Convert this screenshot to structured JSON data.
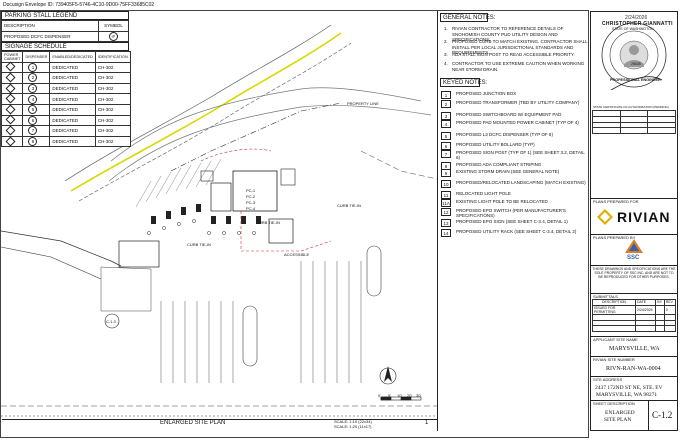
{
  "envelope_id": "Docusign Envelope ID: 739405F5-5746-4C10-9D00-75FF33685C02",
  "legend": {
    "title": "PARKING STALL LEGEND",
    "headers": [
      "DESCRIPTION",
      "SYMBOL"
    ],
    "rows": [
      {
        "description": "PROPOSED DCFC DISPENSER",
        "symbol": "#"
      }
    ]
  },
  "signage": {
    "title": "SIGNAGE SCHEDULE",
    "headers": [
      "POWER CABINET",
      "DISPENSER",
      "ENABLED/DEDICATED",
      "IDENTIFICATION"
    ],
    "rows": [
      {
        "cabinet": "",
        "dispenser": "1",
        "status": "DEDICATED",
        "id": "CH-302"
      },
      {
        "cabinet": "",
        "dispenser": "2",
        "status": "DEDICATED",
        "id": "CH-302"
      },
      {
        "cabinet": "",
        "dispenser": "3",
        "status": "DEDICATED",
        "id": "CH-302"
      },
      {
        "cabinet": "",
        "dispenser": "4",
        "status": "DEDICATED",
        "id": "CH-302"
      },
      {
        "cabinet": "",
        "dispenser": "5",
        "status": "DEDICATED",
        "id": "CH-302"
      },
      {
        "cabinet": "",
        "dispenser": "6",
        "status": "DEDICATED",
        "id": "CH-302"
      },
      {
        "cabinet": "",
        "dispenser": "7",
        "status": "DEDICATED",
        "id": "CH-302"
      },
      {
        "cabinet": "",
        "dispenser": "8",
        "status": "DEDICATED",
        "id": "CH-302"
      }
    ]
  },
  "general_notes": {
    "title": "GENERAL NOTES:",
    "items": [
      {
        "n": "1.",
        "text": "RIVIAN CONTRACTOR TO REFERENCE DETAILS OF SNOHOMISH COUNTY PUD UTILITY DESIGN AND SPECIFICATIONS."
      },
      {
        "n": "2.",
        "text": "PROPOSED CURB TO MATCH EXISTING. CONTRACTOR SHALL INSTALL PER LOCAL JURISDICTIONAL STANDARDS AND REQUIREMENTS."
      },
      {
        "n": "3.",
        "text": "ADA STALL SIGN POST TO READ ACCESSIBLE PRIORITY."
      },
      {
        "n": "4.",
        "text": "CONTRACTOR TO USE EXTREME CAUTION WHEN WORKING NEAR STORM DRAIN."
      }
    ]
  },
  "keyed_notes": {
    "title": "KEYED NOTES:",
    "items": [
      {
        "k": "1",
        "text": "PROPOSED JUNCTION BOX"
      },
      {
        "k": "2",
        "text": "PROPOSED TRANSFORMER (TBD BY UTILITY COMPANY)"
      },
      {
        "k": "3",
        "text": "PROPOSED SWITCHBOARD W/ EQUIPMENT PAD"
      },
      {
        "k": "4",
        "text": "PROPOSED PAD MOUNTED POWER CABINET (TYP OF 4)"
      },
      {
        "k": "5",
        "text": "PROPOSED L3 DCFC DISPENSER (TYP OF 8)"
      },
      {
        "k": "6",
        "text": "PROPOSED UTILITY BOLLARD (TYP)"
      },
      {
        "k": "7",
        "text": "PROPOSED SIGN POST (TYP OF 1) (SEE SHEET 3.2, DETAIL 6)"
      },
      {
        "k": "8",
        "text": "PROPOSED ADA COMPLIANT STRIPING"
      },
      {
        "k": "9",
        "text": "EXISTING STORM DRAIN (SEE GENERAL NOTE)"
      },
      {
        "k": "10",
        "text": "PROPOSED/RELOCATED LANDSCAPING (MATCH EXISTING)"
      },
      {
        "k": "11",
        "text": "RELOCATED LIGHT POLE"
      },
      {
        "k": "11A",
        "text": "EXISTING LIGHT POLE TO BE RELOCATED"
      },
      {
        "k": "12",
        "text": "PROPOSED EPO SWITCH (PER MANUFACTURER'S SPECIFICATIONS)"
      },
      {
        "k": "13",
        "text": "PROPOSED EPO SIGN (SEE SHEET C-3.4, DETAIL 1)"
      },
      {
        "k": "14",
        "text": "PROPOSED UTILITY RACK (SEE SHEET C-3.4, DETAIL 2)"
      }
    ]
  },
  "stamp": {
    "date": "2/24/2026",
    "name": "CHRISTOPHER GIANNATTI",
    "state": "STATE OF WASHINGTON",
    "number": "25025",
    "role": "PROFESSIONAL ENGINEER",
    "cert_label": "STATE CERTIFICATE OF AUTHORIZATION (PENDING)"
  },
  "prepared_for": {
    "label": "PLANS PREPARED FOR",
    "brand": "RIVIAN"
  },
  "prepared_by": {
    "label": "PLANS PREPARED BY",
    "brand": "SSC"
  },
  "disclaimer": "THESE DRAWINGS AND SPECIFICATIONS ARE THE SOLE PROPERTY OF SSC INC. AND ARE NOT TO BE REPRODUCED FOR OTHER PURPOSES.",
  "submittals": {
    "label": "SUBMITTALS",
    "headers": [
      "DESCRIPTION",
      "DATE",
      "BY",
      "REV"
    ],
    "rows": [
      {
        "description": "ISSUED FOR PERMITTING",
        "date": "2/24/2026",
        "by": "",
        "rev": "0"
      }
    ]
  },
  "applicant_label": "APPLICANT SITE NAME",
  "site_name": "MARYSVILLE, WA",
  "site_number_label": "RIVIAN SITE NUMBER",
  "site_number": "RIVN-RAN-WA-0004",
  "address_label": "SITE ADDRESS",
  "address_line1": "2437 172ND ST NE, STE. EV",
  "address_line2": "MARYSVILLE, WA 98271",
  "sheet_title_label": "SHEET DESCRIPTION",
  "sheet_title_line1": "ENLARGED",
  "sheet_title_line2": "SITE PLAN",
  "sheet_number": "C-1.2",
  "plan": {
    "title": "ENLARGED SITE PLAN",
    "scale1": "SCALE: 1:10 (22x34)",
    "scale2": "SCALE: 1:20 (11x17)",
    "sheet_ref": "1",
    "property_line": "PROPERTY LINE",
    "labels": {
      "curb_tie_in": "CURB TIE-IN",
      "accessible": "ACCESSIBLE",
      "pc1": "PC-1",
      "pc2": "PC-2",
      "pc3": "PC-3",
      "pc4": "PC-4",
      "detail_c13": "C-1.3",
      "north": "N"
    },
    "scale_ticks": [
      "0'",
      "5'",
      "10'",
      "20'",
      "30'"
    ]
  },
  "colors": {
    "rivian": "#1a1a1a",
    "ssc_blue": "#2e64a8",
    "ssc_orange": "#e07a2b",
    "highlight": "#e6e600"
  }
}
